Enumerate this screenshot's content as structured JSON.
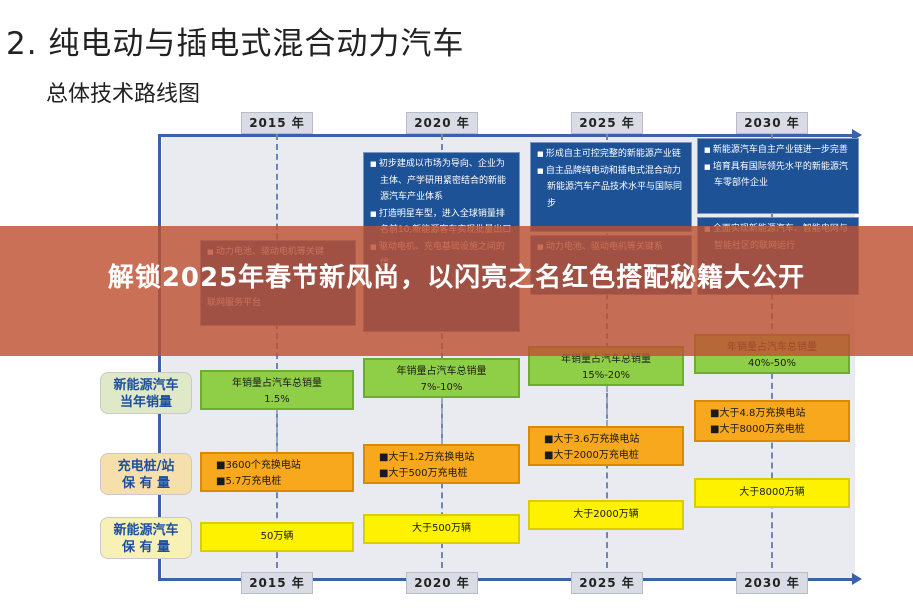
{
  "header": {
    "title": "2. 纯电动与插电式混合动力汽车",
    "subtitle": "总体技术路线图"
  },
  "timeline": {
    "years": [
      "2015 年",
      "2020 年",
      "2025 年",
      "2030 年"
    ]
  },
  "tech_boxes": {
    "y2015": [
      "动力电池、驱动电机等关键",
      "联网服务平台"
    ],
    "y2020": [
      "初步建成以市场为导向、企业为主体、产学研用紧密结合的新能源汽车产业体系",
      "打造明星车型，进入全球销量排名前10,新能源客车实现批量出口",
      "驱动电机、充电基础设施之间的信"
    ],
    "y2025a": [
      "形成自主可控完整的新能源产业链",
      "自主品牌纯电动和插电式混合动力新能源汽车产品技术水平与国际同步"
    ],
    "y2025b": [
      "动力电池、驱动电机等关键系"
    ],
    "y2030a": [
      "新能源汽车自主产业链进一步完善",
      "培育具有国际领先水平的新能源汽车零部件企业"
    ],
    "y2030b": [
      "全面实现新能源汽车、智能电网与智能社区的联网运行"
    ]
  },
  "rows": {
    "sales_label": "新能源汽车\n当年销量",
    "charging_label": "充电桩/站\n保 有 量",
    "stock_label": "新能源汽车\n保 有 量"
  },
  "sales_share": [
    {
      "line1": "年销量占汽车总销量",
      "line2": "1.5%"
    },
    {
      "line1": "年销量占汽车总销量",
      "line2": "7%-10%"
    },
    {
      "line1": "年销量占汽车总销量",
      "line2": "15%-20%"
    },
    {
      "line1": "年销量占汽车总销量",
      "line2": "40%-50%"
    }
  ],
  "charging": [
    {
      "line1": "■3600个充换电站",
      "line2": "■5.7万充电桩"
    },
    {
      "line1": "■大于1.2万充换电站",
      "line2": "■大于500万充电桩"
    },
    {
      "line1": "■大于3.6万充换电站",
      "line2": "■大于2000万充电桩"
    },
    {
      "line1": "■大于4.8万充换电站",
      "line2": "■大于8000万充电桩"
    }
  ],
  "stock": [
    "50万辆",
    "大于500万辆",
    "大于2000万辆",
    "大于8000万辆"
  ],
  "overlay": {
    "banner_text": "解锁2025年春节新风尚，以闪亮之名红色搭配秘籍大公开"
  },
  "colors": {
    "tech_box": "#1e5296",
    "sales_box": "#8fcf47",
    "charging_box": "#f7a81d",
    "stock_box": "#fff200",
    "axis": "#3b62a8",
    "banner": "#be5032"
  }
}
